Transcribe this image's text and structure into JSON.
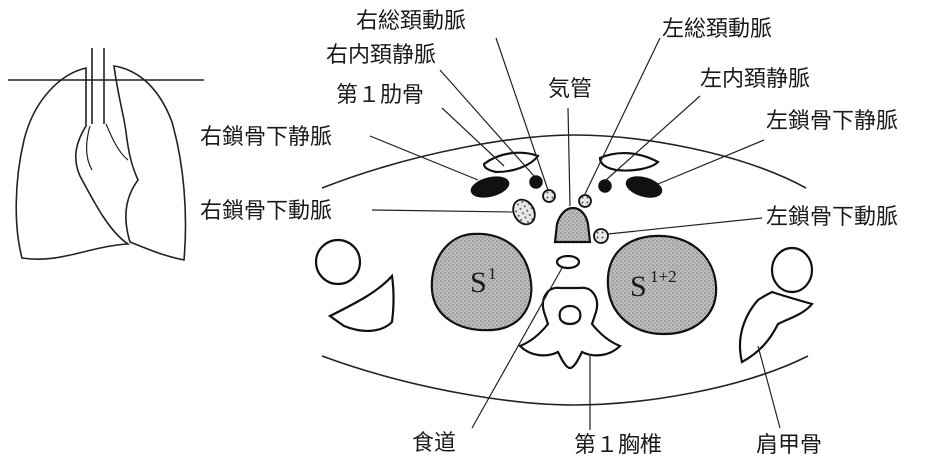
{
  "labels": {
    "right_common_carotid": "右総頚動脈",
    "left_common_carotid": "左総頚動脈",
    "right_internal_jugular": "右内頚静脈",
    "left_internal_jugular": "左内頚静脈",
    "first_rib": "第１肋骨",
    "trachea": "気管",
    "right_subclavian_vein": "右鎖骨下静脈",
    "left_subclavian_vein": "左鎖骨下静脈",
    "right_subclavian_artery": "右鎖骨下動脈",
    "left_subclavian_artery": "左鎖骨下動脈",
    "esophagus": "食道",
    "first_thoracic_vertebra": "第１胸椎",
    "scapula": "肩甲骨"
  },
  "segments": {
    "right": {
      "base": "S",
      "sup": "1"
    },
    "left": {
      "base": "S",
      "sup": "1+2"
    }
  }
}
